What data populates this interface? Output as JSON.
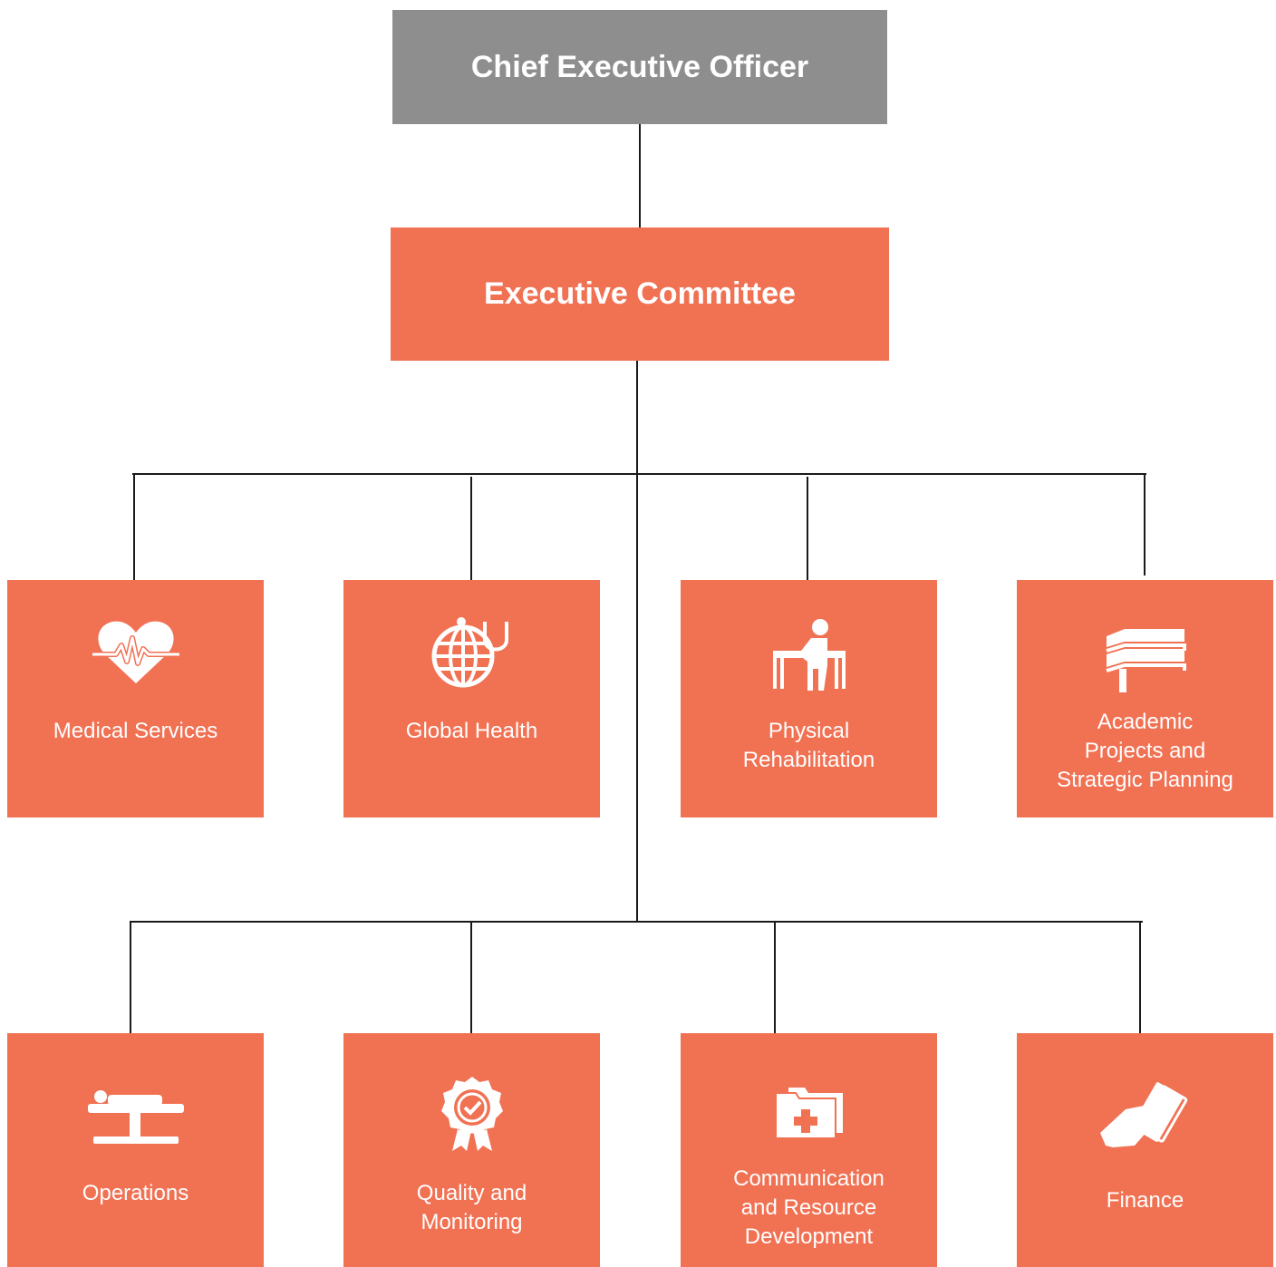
{
  "colors": {
    "accent": "#f17153",
    "ceo_box": "#8e8e8f",
    "connector": "#1a1a1a",
    "text": "#ffffff"
  },
  "ceo": {
    "label": "Chief Executive Officer"
  },
  "executive": {
    "label": "Executive Committee"
  },
  "departments_row1": [
    {
      "label_lines": [
        "Medical Services"
      ],
      "icon": "heart-pulse-icon"
    },
    {
      "label_lines": [
        "Global Health"
      ],
      "icon": "globe-stethoscope-icon"
    },
    {
      "label_lines": [
        "Physical",
        "Rehabilitation"
      ],
      "icon": "rehab-person-table-icon"
    },
    {
      "label_lines": [
        "Academic",
        "Projects and",
        "Strategic Planning"
      ],
      "icon": "books-icon"
    }
  ],
  "departments_row2": [
    {
      "label_lines": [
        "Operations"
      ],
      "icon": "operating-table-icon"
    },
    {
      "label_lines": [
        "Quality and",
        "Monitoring"
      ],
      "icon": "quality-badge-icon"
    },
    {
      "label_lines": [
        "Communication",
        "and Resource",
        "Development"
      ],
      "icon": "medical-folder-icon"
    },
    {
      "label_lines": [
        "Finance"
      ],
      "icon": "hand-money-icon"
    }
  ]
}
